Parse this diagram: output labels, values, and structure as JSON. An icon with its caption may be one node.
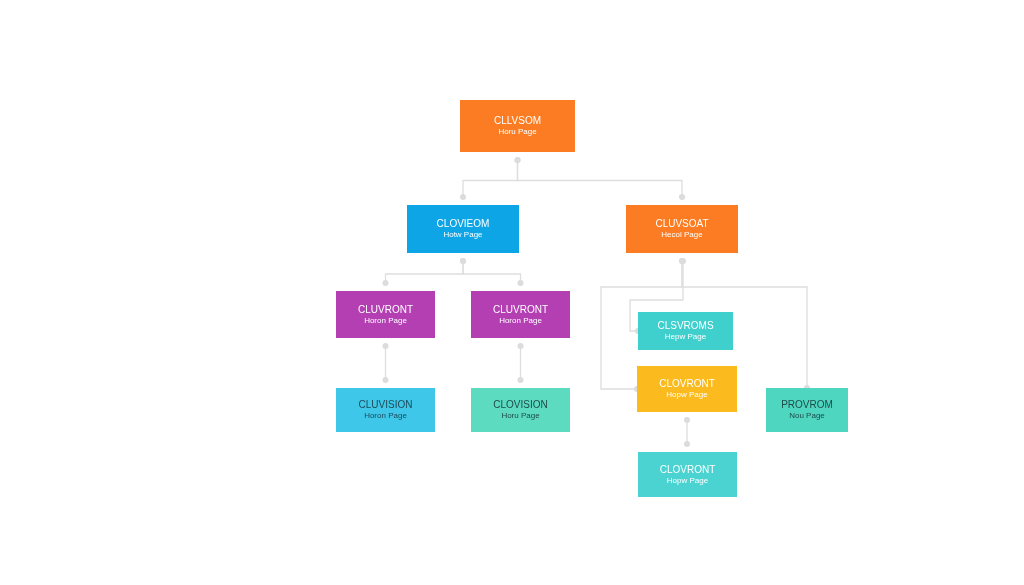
{
  "diagram": {
    "nodes": [
      {
        "text": [
          "CLLVSOM",
          "Horu Page"
        ]
      },
      {
        "text": [
          "CLOVIEOM",
          "Hotw Page"
        ]
      },
      {
        "text": [
          "CLUVSOAT",
          "Hecol Page"
        ]
      },
      {
        "text": [
          "CLUVRONT",
          "Horon Page"
        ]
      },
      {
        "text": [
          "CLUVRONT",
          "Horon Page"
        ]
      },
      {
        "text": [
          "CLSVROMS",
          "Hepw Page"
        ]
      },
      {
        "text": [
          "CLOVRONT",
          "Hopw Page"
        ]
      },
      {
        "text": [
          "PROVROM",
          "Nou Page"
        ]
      },
      {
        "text": [
          "CLUVISION",
          "Horon Page"
        ]
      },
      {
        "text": [
          "CLOVISION",
          "Horu Page"
        ]
      },
      {
        "text": [
          "CLOVRONT",
          "Hopw Page"
        ]
      }
    ],
    "edges": [
      {
        "from": 0,
        "to": 1,
        "arrow": "other"
      },
      {
        "from": 0,
        "to": 2,
        "arrow": "other"
      },
      {
        "from": 1,
        "to": 3,
        "arrow": "other"
      },
      {
        "from": 1,
        "to": 4,
        "arrow": "other"
      },
      {
        "from": 2,
        "to": 5,
        "arrow": "other"
      },
      {
        "from": 2,
        "to": 6,
        "arrow": "other"
      },
      {
        "from": 2,
        "to": 7,
        "arrow": "other"
      },
      {
        "from": 3,
        "to": 8,
        "arrow": "other"
      },
      {
        "from": 4,
        "to": 9,
        "arrow": "other"
      },
      {
        "from": 6,
        "to": 10,
        "arrow": "other"
      }
    ]
  }
}
